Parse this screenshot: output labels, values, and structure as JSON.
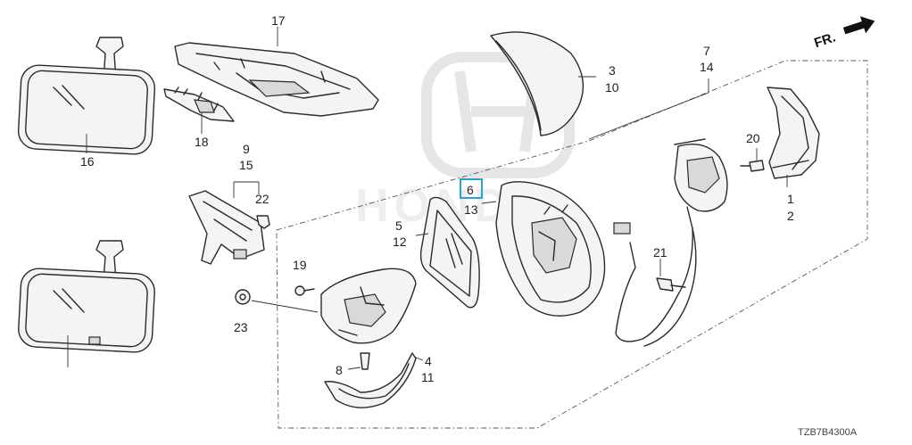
{
  "diagram": {
    "direction_label": "FR.",
    "drawing_code": "TZB7B4300A",
    "watermark_text": "HONDA",
    "highlighted_callout": "6",
    "callouts": {
      "c17": "17",
      "c18": "18",
      "c16": "16",
      "c9": "9",
      "c15": "15",
      "c22": "22",
      "c19": "19",
      "c23": "23",
      "c5": "5",
      "c12": "12",
      "c6": "6",
      "c13": "13",
      "c3": "3",
      "c10": "10",
      "c7": "7",
      "c14": "14",
      "c20": "20",
      "c1": "1",
      "c2": "2",
      "c21": "21",
      "c8": "8",
      "c4": "4",
      "c11": "11"
    },
    "colors": {
      "highlight": "#27a3d6",
      "line": "#2a2a2a",
      "watermark": "#e6e6e6"
    }
  }
}
